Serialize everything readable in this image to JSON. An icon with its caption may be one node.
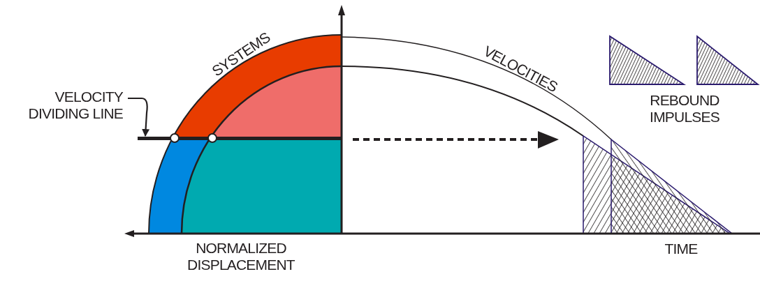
{
  "diagram": {
    "nodes": [
      {
        "text": [
          "VELOCITY DIVIDING LINE"
        ]
      },
      {
        "text": [],
        "shape": "bar"
      }
    ],
    "edges": [
      {
        "from": 0,
        "to": 1,
        "arrow": "to"
      }
    ],
    "labels": [
      "SYSTEMS",
      "VELOCITIES",
      "REBOUND IMPULSES",
      "NORMALIZED DISPLACEMENT",
      "TIME"
    ]
  }
}
